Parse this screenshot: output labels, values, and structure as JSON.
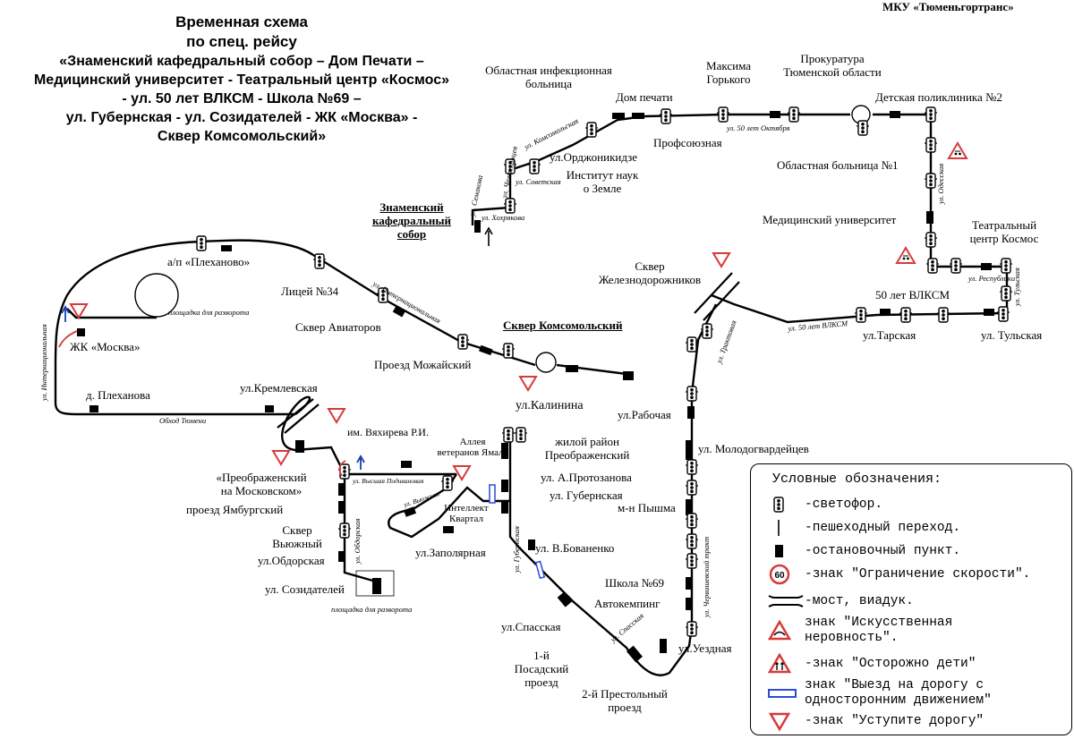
{
  "organization": "МКУ «Тюменьгортранс»",
  "title": {
    "line1": "Временная схема",
    "line2": "по спец. рейсу",
    "line3": "«Знаменский кафедральный собор – Дом Печати –",
    "line4": "Медицинский университет - Театральный центр «Космос»",
    "line5": "- ул. 50 лет ВЛКСМ - Школа №69 –",
    "line6": "ул. Губернская - ул. Созидателей - ЖК «Москва» -",
    "line7": "Сквер Комсомольский»"
  },
  "stops": {
    "infection_hospital": "Областная инфекционная\nбольница",
    "dom_pechati": "Дом печати",
    "maksima_gorkogo": "Максима\nГорького",
    "prokuratura": "Прокуратура\nТюменской области",
    "detskaya_poliklinika": "Детская поликлиника №2",
    "profsoyuznaya": "Профсоюзная",
    "ordzhonikidze": "ул.Орджоникидзе",
    "institut": "Институт наук\nо Земле",
    "oblastnaya_bolnitsa": "Областная больница №1",
    "med_university": "Медицинский университет",
    "teatralny": "Театральный\nцентр Космос",
    "znamensky": "Знаменский\nкафедральный\nсобор",
    "plekhanovo": "а/п «Плеханово»",
    "liceum": "Лицей №34",
    "skver_aviatorov": "Сквер Авиаторов",
    "proezd_mozhaisky": "Проезд Можайский",
    "skver_komsomolsky": "Сквер Комсомольский",
    "kalinina": "ул.Калинина",
    "skver_zheleznodorozhnikov": "Сквер\nЖелезнодорожников",
    "vlksm50": "50 лет ВЛКСМ",
    "tarskaya": "ул.Тарская",
    "tulskaya": "ул. Тульская",
    "zhk_moskva": "ЖК «Москва»",
    "d_plekhanova": "д. Плеханова",
    "kremlevskaya": "ул.Кремлевская",
    "vyakhireva": "им. Вяхирева Р.И.",
    "alleya": "Аллея\nветеранов Ямала",
    "preobrazhensky_mosk": "«Преображенский\nна Московском»",
    "yamburgsky": "проезд Ямбургский",
    "skver_vyuzhny": "Сквер\nВьюжный",
    "obdorskaya": "ул.Обдорская",
    "sozidateley": "ул. Созидателей",
    "intellekt": "Интеллект\nКвартал",
    "zapolyarnaya": "ул.Заполярная",
    "zhiloy_rayon": "жилой район\nПреображенский",
    "protozanova": "ул. А.Протозанова",
    "gubernskaya": "ул. Губернская",
    "bovanenko": "ул. В.Бованенко",
    "spasskaya": "ул.Спасская",
    "posadsky": "1-й Посадский\nпроезд",
    "prestolny": "2-й Престольный\nпроезд",
    "uezdnaya": "ул.Уездная",
    "avtokemping": "Автокемпинг",
    "shkola69": "Школа №69",
    "pyshma": "м-н Пышма",
    "molodogvardeytsev": "ул. Молодогвардейцев",
    "rabochaya": "ул.Рабочая"
  },
  "streets": {
    "komsomolskaya": "ул. Комсомольская",
    "chelyuskintsev": "ул. Челюскинцев",
    "semakova": "ул. Семакова",
    "sovetskaya": "ул. Советская",
    "khokhryakova": "ул. Хохрякова",
    "oktyabrya50": "ул. 50 лет Октября",
    "odesskaya": "ул. Одесская",
    "respubliki": "ул. Республики",
    "tulskaya_st": "ул. Тульская",
    "vlksm50_st": "ул. 50 лет ВЛКСМ",
    "traktovaya": "ул. Трактовая",
    "internatsionalnaya": "ул. Интернациональная",
    "internatsionalnaya_left": "ул. Интернациональная",
    "obkhod": "Обход Тюмени",
    "vysshaya_podivanova": "ул. Высшая Подивановая",
    "vyuzhnaya": "ул. Вьюжная",
    "obdorskaya_st": "ул. Обдорская",
    "gubernskaya_st": "ул. Губернская",
    "spasskaya_st": "ул. Спасская",
    "cherviшevsky": "ул. Червишевский тракт"
  },
  "notes": {
    "razvorot1": "площадка для разворота",
    "razvorot2": "площадка для разворота"
  },
  "legend": {
    "header": "Условные обозначения:",
    "items": [
      {
        "icon": "traffic-light",
        "label": "-светофор."
      },
      {
        "icon": "pedestrian-crossing",
        "label": "-пешеходный переход."
      },
      {
        "icon": "bus-stop",
        "label": "-остановочный пункт."
      },
      {
        "icon": "speed-limit-sign",
        "value": "60",
        "label": "-знак \"Ограничение скорости\"."
      },
      {
        "icon": "bridge",
        "label": "-мост, виадук."
      },
      {
        "icon": "speed-bump-sign",
        "label": "знак \"Искусственная\nнеровность\"."
      },
      {
        "icon": "children-sign",
        "label": "-знак \"Осторожно дети\""
      },
      {
        "icon": "one-way-exit-sign",
        "label": "знак \"Выезд на дорогу с\nодносторонним движением\""
      },
      {
        "icon": "yield-sign",
        "label": "-знак \"Уступите дорогу\""
      }
    ]
  },
  "colors": {
    "route": "#000000",
    "warning_red": "#d83a3a",
    "direction_blue": "#1a3fb0",
    "one_way_blue": "#2c4bd6"
  }
}
